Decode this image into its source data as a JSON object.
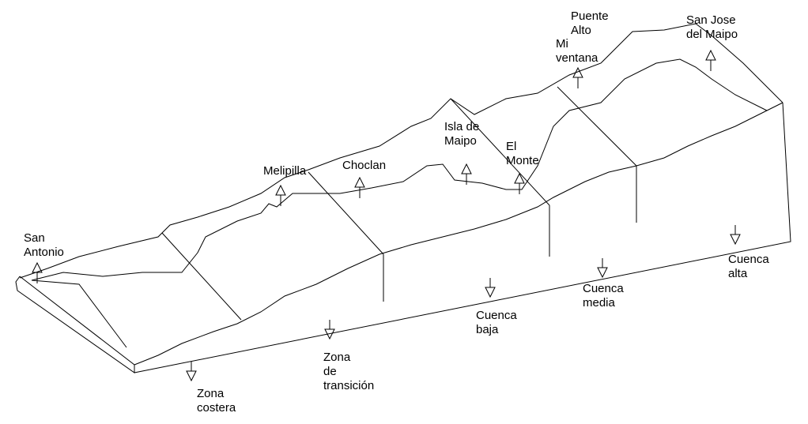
{
  "places": [
    {
      "id": "san-antonio",
      "label": "San\nAntonio"
    },
    {
      "id": "melipilla",
      "label": "Melipilla"
    },
    {
      "id": "choclan",
      "label": "Choclan"
    },
    {
      "id": "isla-de-maipo",
      "label": "Isla de\nMaipo"
    },
    {
      "id": "el-monte",
      "label": "El\nMonte"
    },
    {
      "id": "mi-ventana",
      "label": "Mi\nventana"
    },
    {
      "id": "puente-alto",
      "label": "Puente\nAlto"
    },
    {
      "id": "san-jose-del-maipo",
      "label": "San Jose\ndel Maipo"
    }
  ],
  "zones": [
    {
      "id": "zona-costera",
      "label": "Zona\ncostera"
    },
    {
      "id": "zona-de-transicion",
      "label": "Zona\nde\ntransición"
    },
    {
      "id": "cuenca-baja",
      "label": "Cuenca\nbaja"
    },
    {
      "id": "cuenca-media",
      "label": "Cuenca\nmedia"
    },
    {
      "id": "cuenca-alta",
      "label": "Cuenca\nalta"
    }
  ]
}
